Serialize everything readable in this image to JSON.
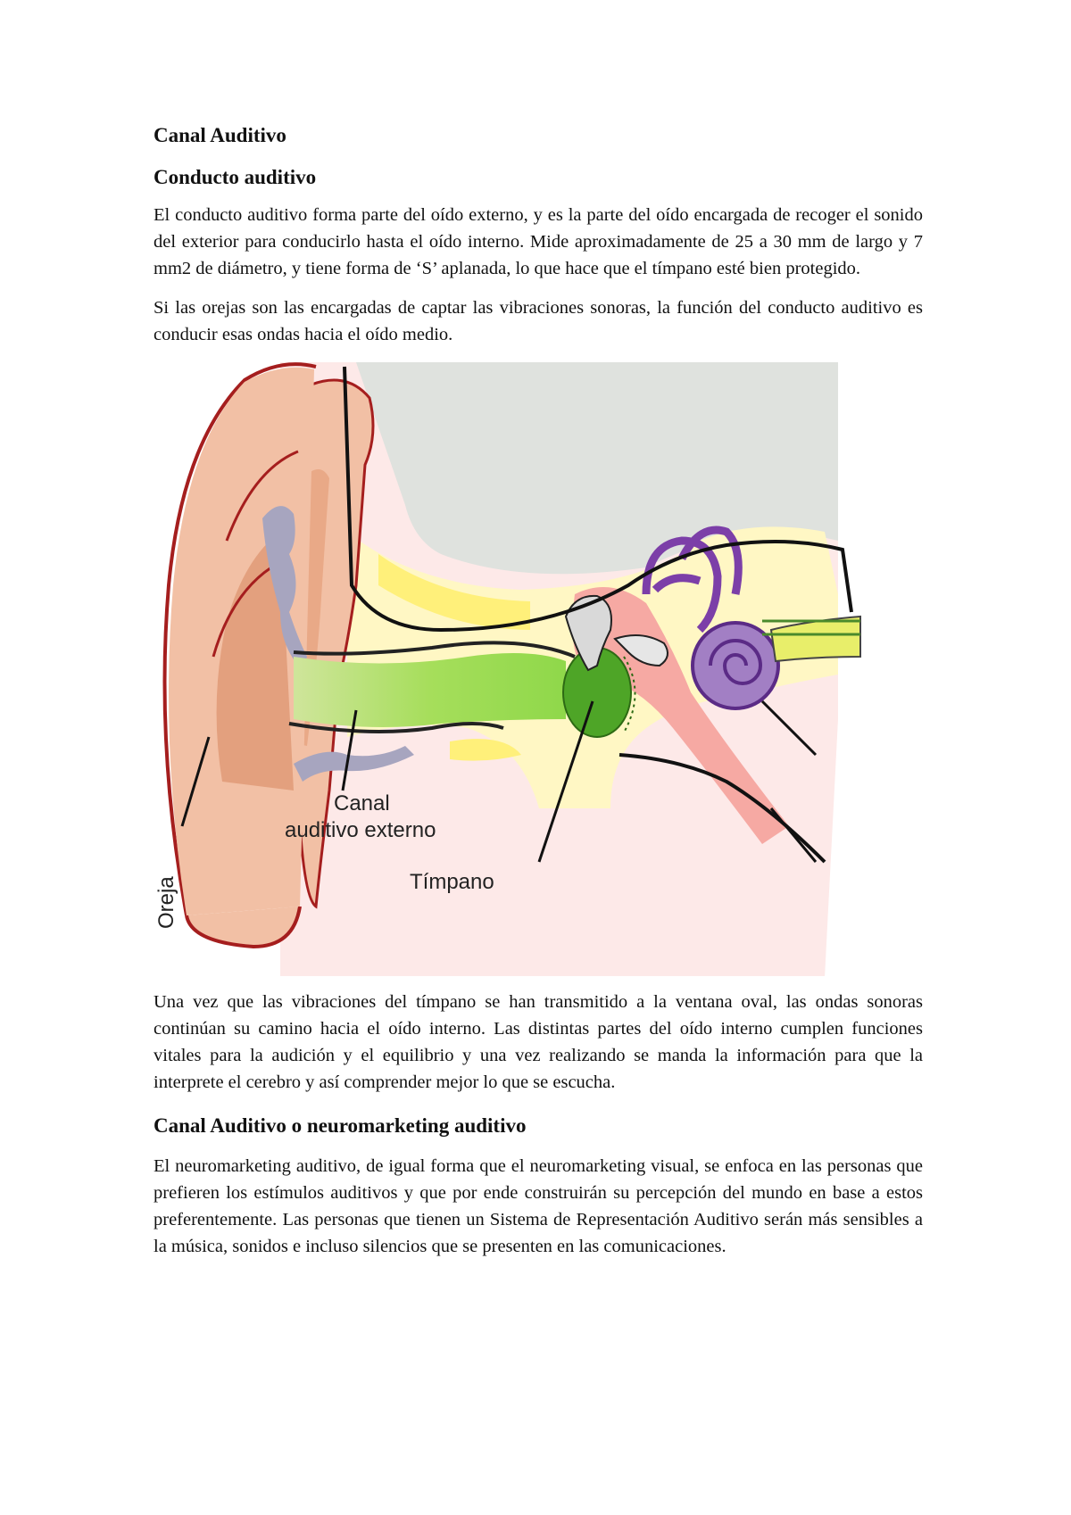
{
  "document": {
    "title": "Canal Auditivo",
    "section1": {
      "heading": "Conducto auditivo",
      "paragraphs": [
        "El conducto auditivo forma parte del oído externo, y es la parte del oído encargada de recoger el sonido del exterior para conducirlo hasta el oído interno. Mide aproximadamente de 25 a 30 mm de largo y 7 mm2 de diámetro, y tiene forma de ‘S’ aplanada, lo que hace que el tímpano esté bien protegido.",
        "Si las orejas son las encargadas de captar las vibraciones sonoras, la función del conducto auditivo es conducir esas ondas hacia el oído medio."
      ]
    },
    "figure": {
      "labels": {
        "canal_line1": "Canal",
        "canal_line2": "auditivo externo",
        "timpano": "Tímpano",
        "oreja": "Oreja"
      }
    },
    "paragraph_after_figure": "Una vez que las vibraciones del tímpano se han transmitido a la ventana oval, las ondas sonoras continúan su camino hacia el oído interno. Las distintas partes del oído interno cumplen funciones vitales para la audición y el equilibrio y una vez realizando se manda la información para que la interprete el cerebro y así comprender mejor lo que se escucha.",
    "section2": {
      "heading": "Canal Auditivo o neuromarketing auditivo",
      "paragraph": "El neuromarketing auditivo, de igual forma que el neuromarketing visual, se enfoca en las personas que prefieren los estímulos auditivos y que por ende construirán su percepción del mundo en base a estos preferentemente. Las personas que tienen un Sistema de Representación Auditivo serán más sensibles a la música, sonidos e incluso silencios que se presenten en las comunicaciones."
    }
  }
}
